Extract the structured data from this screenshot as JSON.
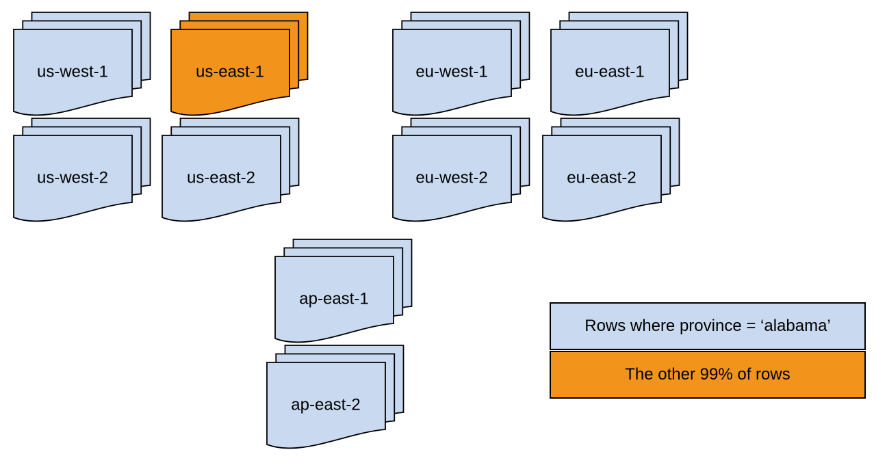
{
  "diagram": {
    "description": "Stacked document shapes representing table partitions replicated across cloud regions"
  },
  "colors": {
    "partition_blue": "#c9daf0",
    "partition_orange": "#f2941c",
    "stroke": "#000000",
    "background": "#ffffff",
    "text": "#000000"
  },
  "regions": [
    {
      "id": "us-west-1",
      "label": "us-west-1",
      "variant": "blue"
    },
    {
      "id": "us-east-1",
      "label": "us-east-1",
      "variant": "orange"
    },
    {
      "id": "eu-west-1",
      "label": "eu-west-1",
      "variant": "blue"
    },
    {
      "id": "eu-east-1",
      "label": "eu-east-1",
      "variant": "blue"
    },
    {
      "id": "us-west-2",
      "label": "us-west-2",
      "variant": "blue"
    },
    {
      "id": "us-east-2",
      "label": "us-east-2",
      "variant": "blue"
    },
    {
      "id": "eu-west-2",
      "label": "eu-west-2",
      "variant": "blue"
    },
    {
      "id": "eu-east-2",
      "label": "eu-east-2",
      "variant": "blue"
    },
    {
      "id": "ap-east-1",
      "label": "ap-east-1",
      "variant": "blue"
    },
    {
      "id": "ap-east-2",
      "label": "ap-east-2",
      "variant": "blue"
    }
  ],
  "legend": {
    "items": [
      {
        "label": "Rows where province = ‘alabama’",
        "swatch": "blue",
        "color": "#c9daf0"
      },
      {
        "label": "The other 99% of rows",
        "swatch": "orange",
        "color": "#f2941c"
      }
    ]
  }
}
